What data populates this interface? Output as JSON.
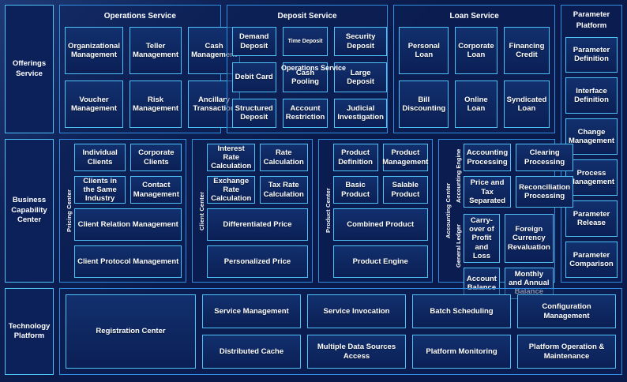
{
  "rails": {
    "offerings": "Offerings Service",
    "business": "Business Capability Center",
    "technology": "Technology Platform"
  },
  "services": [
    {
      "title": "Operations Service",
      "ghost_title": "Operations Service",
      "items": [
        "Organizational Management",
        "Teller Management",
        "Cash Management",
        "Voucher Management",
        "Risk Management",
        "Ancillary Transaction"
      ]
    },
    {
      "title": "Deposit Service",
      "items": [
        "Demand Deposit",
        "Time Deposit",
        "Security Deposit",
        "Debit Card",
        "Cash Pooling",
        "Large Deposit",
        "Structured Deposit",
        "Account Restriction",
        "Judicial Investigation"
      ]
    },
    {
      "title": "Loan Service",
      "items": [
        "Personal Loan",
        "Corporate Loan",
        "Financing Credit",
        "Bill Discounting",
        "Online Loan",
        "Syndicated Loan"
      ]
    }
  ],
  "parameter_platform": {
    "title": "Parameter Platform",
    "items": [
      "Parameter Definition",
      "Interface Definition",
      "Change Management",
      "Process Management",
      "Parameter Release",
      "Parameter Comparison"
    ]
  },
  "capabilities": [
    {
      "label": "Pricing Center",
      "pairs": [
        [
          "Individual Clients",
          "Corporate Clients"
        ],
        [
          "Clients in the Same Industry",
          "Contact Management"
        ]
      ],
      "fulls": [
        "Client Relation Management",
        "Client Protocol Management"
      ]
    },
    {
      "label": "Client Center",
      "pairs": [
        [
          "Interest Rate Calculation",
          "Rate Calculation"
        ],
        [
          "Exchange Rate Calculation",
          "Tax Rate Calculation"
        ]
      ],
      "fulls": [
        "Differentiated Price",
        "Personalized Price"
      ]
    },
    {
      "label": "Product Center",
      "pairs": [
        [
          "Product Definition",
          "Product Management"
        ],
        [
          "Basic Product",
          "Salable Product"
        ]
      ],
      "fulls": [
        "Combined Product",
        "Product Engine"
      ]
    }
  ],
  "accounting": {
    "label": "Accounting Center",
    "groups": [
      {
        "label": "Accounting Engine",
        "items": [
          "Accounting Processing",
          "Clearing Processing",
          "Price and Tax Separated",
          "Reconciliation Processing"
        ]
      },
      {
        "label": "General Ledger",
        "items": [
          "Carry-over of Profit and Loss",
          "Foreign Currency Revaluation",
          "Account Balance",
          "Monthly and Annual Balance"
        ]
      }
    ]
  },
  "technology_platform": {
    "registration": "Registration Center",
    "items": [
      "Service Management",
      "Service Invocation",
      "Batch Scheduling",
      "Configuration Management",
      "Distributed Cache",
      "Multiple Data Sources Access",
      "Platform Monitoring",
      "Platform Operation & Maintenance"
    ]
  }
}
